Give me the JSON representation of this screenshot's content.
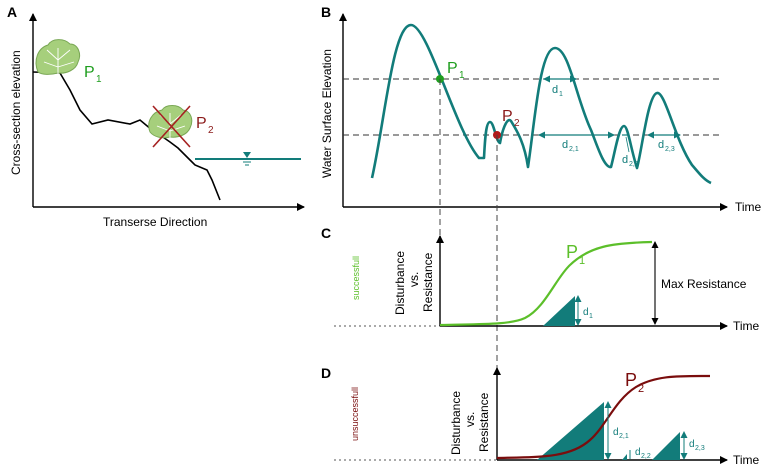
{
  "panel_a": {
    "label": "A",
    "ylabel": "Cross-section elevation",
    "xlabel": "Transerse Direction",
    "plant1": "P",
    "plant1_sub": "1",
    "plant2": "P",
    "plant2_sub": "2"
  },
  "panel_b": {
    "label": "B",
    "ylabel": "Water Surface Elevation",
    "xlabel": "Time",
    "p1": "P",
    "p1_sub": "1",
    "p2": "P",
    "p2_sub": "2",
    "d1": "d",
    "d1_sub": "1",
    "d21": "d",
    "d21_sub": "2,1",
    "d22": "d",
    "d22_sub": "2,2",
    "d23": "d",
    "d23_sub": "2,3"
  },
  "panel_c": {
    "label": "C",
    "side_label": "successfull",
    "ylabel_line1": "Disturbance",
    "ylabel_line2": "vs.",
    "ylabel_line3": "Resistance",
    "curve_label": "P",
    "curve_sub": "1",
    "max_label": "Max Resistance",
    "d_label": "d",
    "d_sub": "1",
    "xlabel": "Time"
  },
  "panel_d": {
    "label": "D",
    "side_label": "unsuccessfull",
    "ylabel_line1": "Disturbance",
    "ylabel_line2": "vs.",
    "ylabel_line3": "Resistance",
    "curve_label": "P",
    "curve_sub": "2",
    "d21": "d",
    "d21_sub": "2,1",
    "d22": "d",
    "d22_sub": "2,2",
    "d23": "d",
    "d23_sub": "2,3",
    "xlabel": "Time"
  },
  "colors": {
    "teal": "#127c7a",
    "green": "#5cbf2a",
    "dark_red": "#7a0d0d",
    "p1_green": "#1f9e1f",
    "p2_red": "#b11a1a",
    "leaf": "#a6cf7c"
  }
}
